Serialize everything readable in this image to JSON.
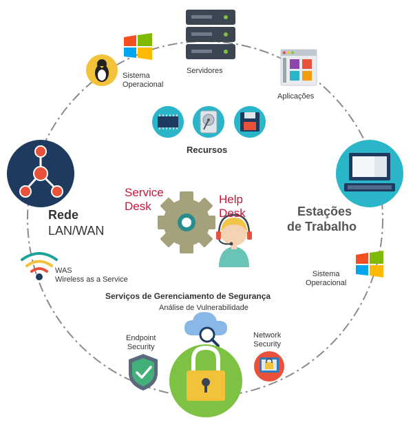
{
  "labels": {
    "servers": "Servidores",
    "os_top_line1": "Sistema",
    "os_top_line2": "Operacional",
    "applications": "Aplicações",
    "resources": "Recursos",
    "network_title": "Rede",
    "network_sub": "LAN/WAN",
    "workstations_line1": "Estações",
    "workstations_line2": "de Trabalho",
    "service_desk_line1": "Service",
    "service_desk_line2": "Desk",
    "help_desk_line1": "Help",
    "help_desk_line2": "Desk",
    "was_line1": "WAS",
    "was_line2": "Wireless as a Service",
    "os_right_line1": "Sistema",
    "os_right_line2": "Operacional",
    "security_title": "Serviços de Gerenciamento de Segurança",
    "vulnerability": "Análise de Vulnerabilidade",
    "endpoint_line1": "Endpoint",
    "endpoint_line2": "Security",
    "network_sec_line1": "Network",
    "network_sec_line2": "Security"
  },
  "colors": {
    "ring": "#888888",
    "navy": "#1f3a5f",
    "orange_red": "#e8513a",
    "teal": "#2bb5c9",
    "green": "#7dc242",
    "dark_text": "#333333",
    "red_text": "#c8153c",
    "gear": "#a5a27b"
  }
}
